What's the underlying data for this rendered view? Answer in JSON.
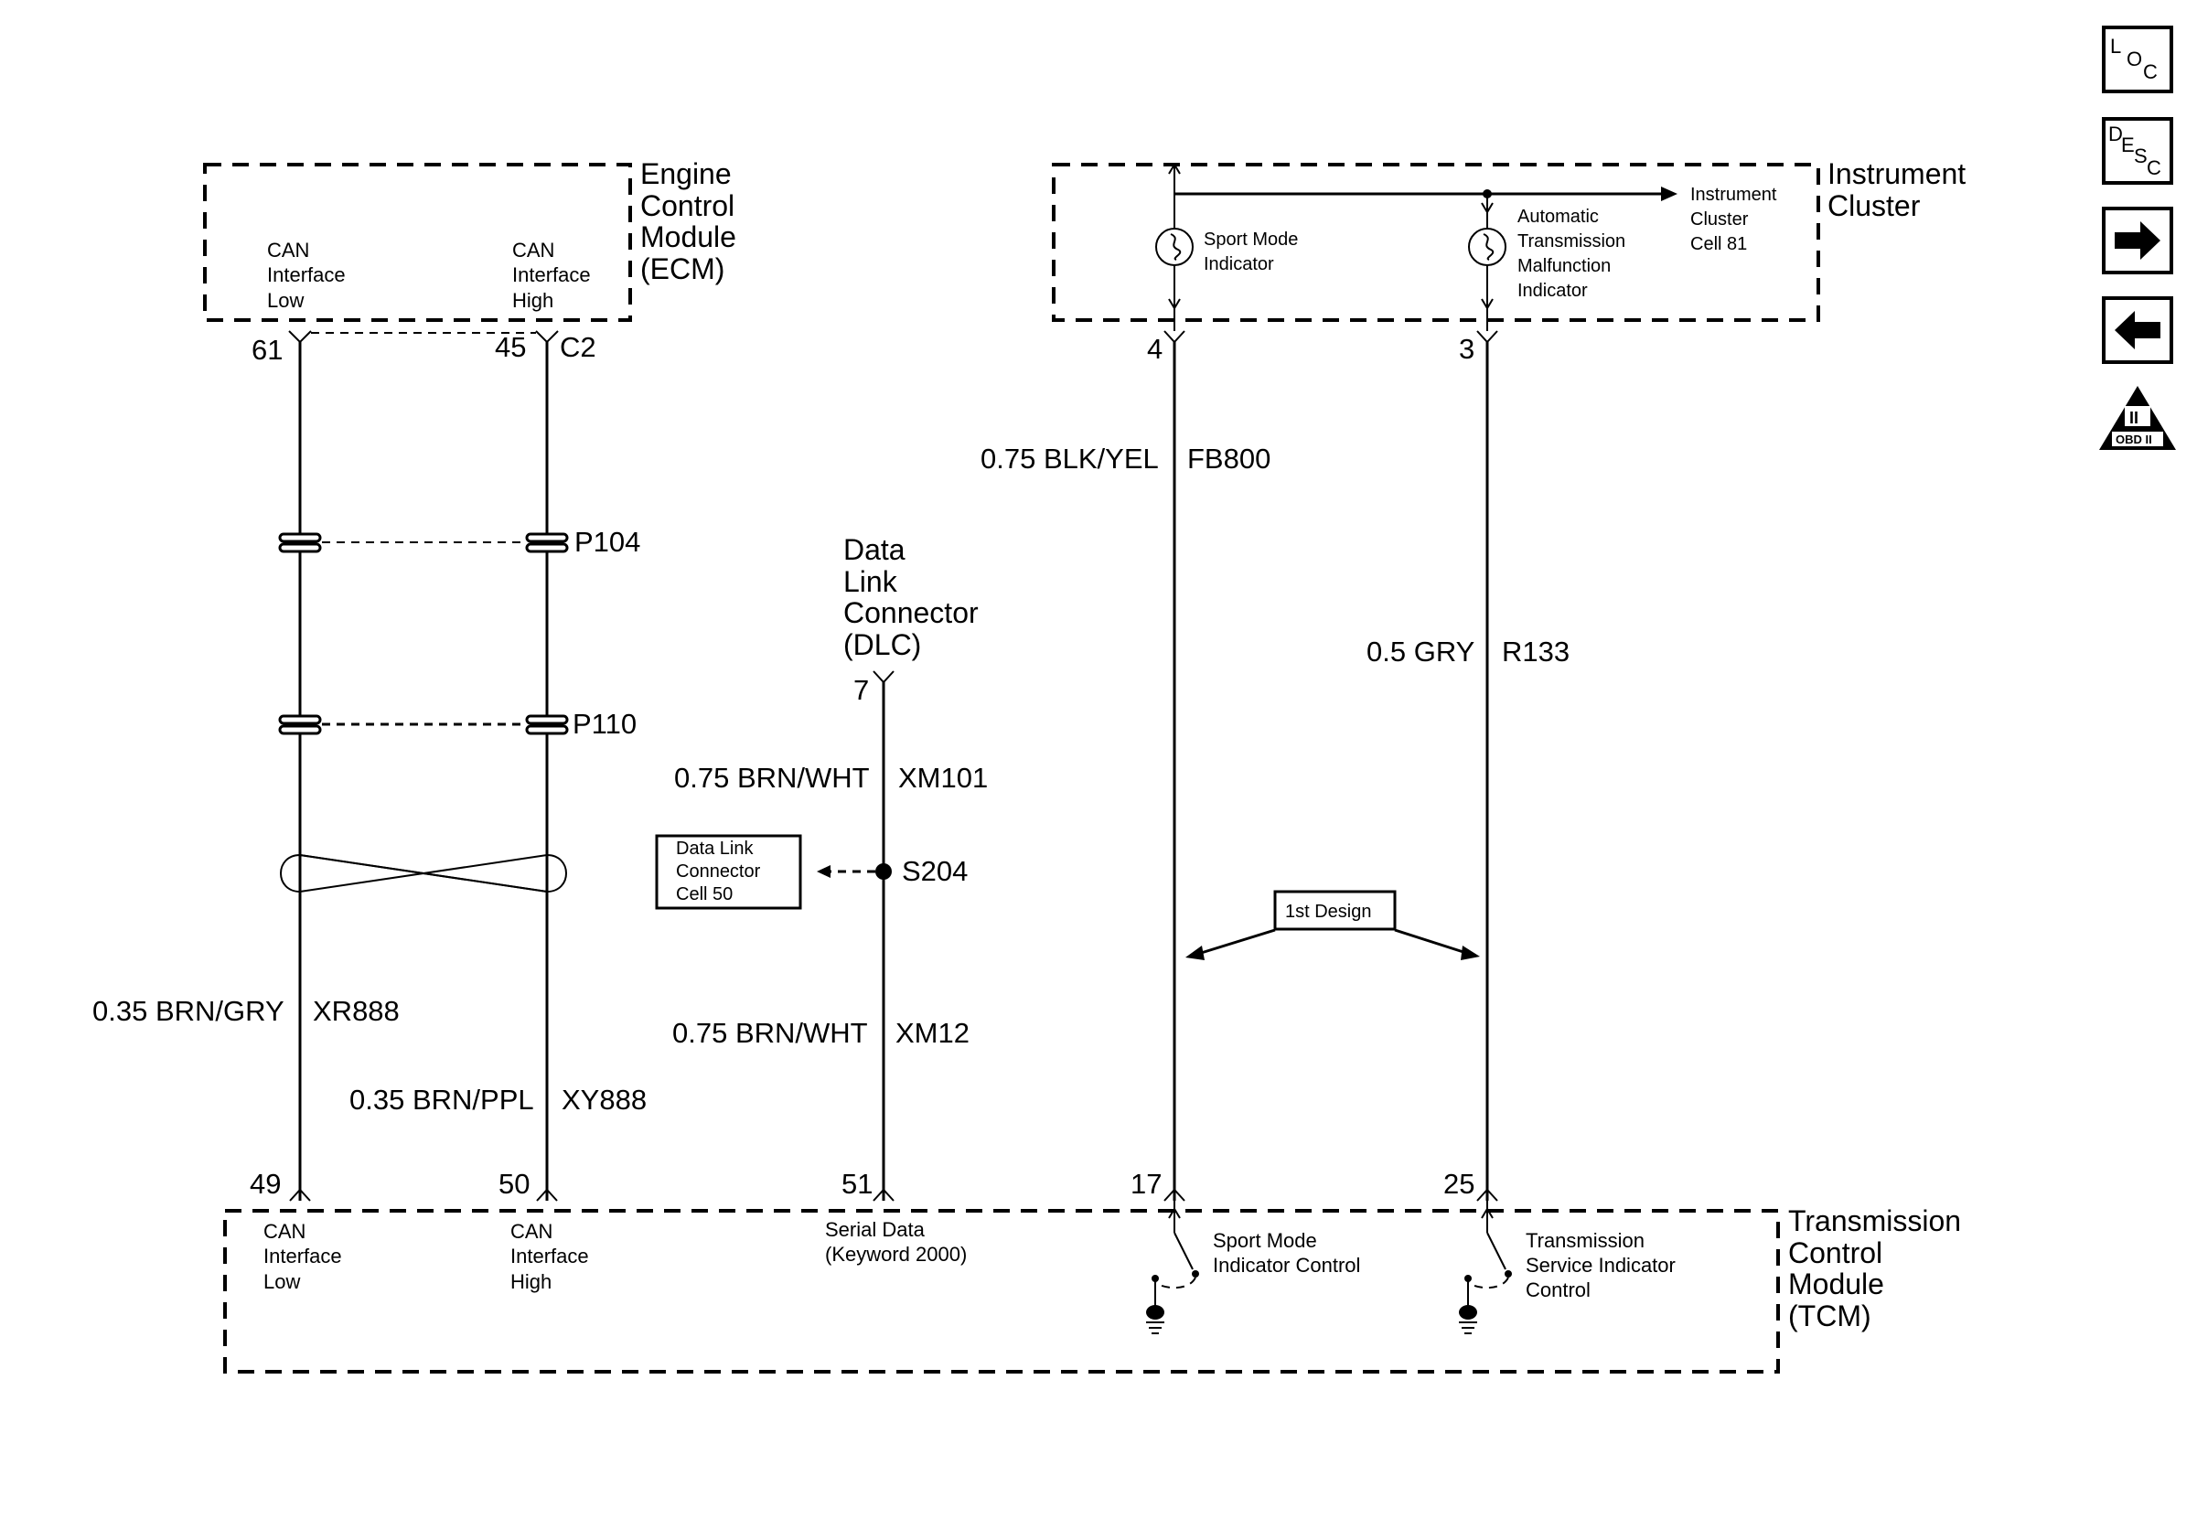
{
  "modules": {
    "ecm": {
      "title_lines": [
        "Engine",
        "Control",
        "Module",
        "(ECM)"
      ]
    },
    "instrument_cluster": {
      "title_lines": [
        "Instrument",
        "Cluster"
      ]
    },
    "tcm": {
      "title_lines": [
        "Transmission",
        "Control",
        "Module",
        "(TCM)"
      ]
    },
    "dlc": {
      "title_lines": [
        "Data",
        "Link",
        "Connector",
        "(DLC)"
      ]
    }
  },
  "ecm_pins": {
    "can_low": {
      "lines": [
        "CAN",
        "Interface",
        "Low"
      ],
      "pin": "61"
    },
    "can_high": {
      "lines": [
        "CAN",
        "Interface",
        "High"
      ],
      "pin": "45"
    },
    "connector": "C2"
  },
  "cluster": {
    "sport_mode": {
      "lines": [
        "Sport Mode",
        "Indicator"
      ],
      "pin": "4"
    },
    "atm_indicator": {
      "lines": [
        "Automatic",
        "Transmission",
        "Malfunction",
        "Indicator"
      ],
      "pin": "3"
    },
    "ref_cell": [
      "Instrument",
      "Cluster",
      "Cell 81"
    ]
  },
  "connectors": {
    "p104": "P104",
    "p110": "P110"
  },
  "splice": {
    "s204": "S204",
    "ref_box": [
      "Data Link",
      "Connector",
      "Cell 50"
    ]
  },
  "dlc_pin": "7",
  "wires": {
    "can_low": {
      "gauge_color": "0.35 BRN/GRY",
      "circuit": "XR888"
    },
    "can_high": {
      "gauge_color": "0.35 BRN/PPL",
      "circuit": "XY888"
    },
    "dlc_upper": {
      "gauge_color": "0.75 BRN/WHT",
      "circuit": "XM101"
    },
    "dlc_lower": {
      "gauge_color": "0.75 BRN/WHT",
      "circuit": "XM12"
    },
    "sport": {
      "gauge_color": "0.75 BLK/YEL",
      "circuit": "FB800"
    },
    "atm": {
      "gauge_color": "0.5 GRY",
      "circuit": "R133"
    }
  },
  "design_note": "1st Design",
  "tcm_pins": {
    "can_low": {
      "pin": "49",
      "lines": [
        "CAN",
        "Interface",
        "Low"
      ]
    },
    "can_high": {
      "pin": "50",
      "lines": [
        "CAN",
        "Interface",
        "High"
      ]
    },
    "serial": {
      "pin": "51",
      "lines": [
        "Serial Data",
        "(Keyword 2000)"
      ]
    },
    "sport": {
      "pin": "17",
      "lines": [
        "Sport Mode",
        "Indicator Control"
      ]
    },
    "service": {
      "pin": "25",
      "lines": [
        "Transmission",
        "Service Indicator",
        "Control"
      ]
    }
  },
  "sidebar": {
    "loc": {
      "letters": [
        "L",
        "O",
        "C"
      ]
    },
    "desc": {
      "letters": [
        "D",
        "E",
        "S",
        "C"
      ]
    },
    "obd": {
      "numeral": "II",
      "label": "OBD II"
    }
  }
}
